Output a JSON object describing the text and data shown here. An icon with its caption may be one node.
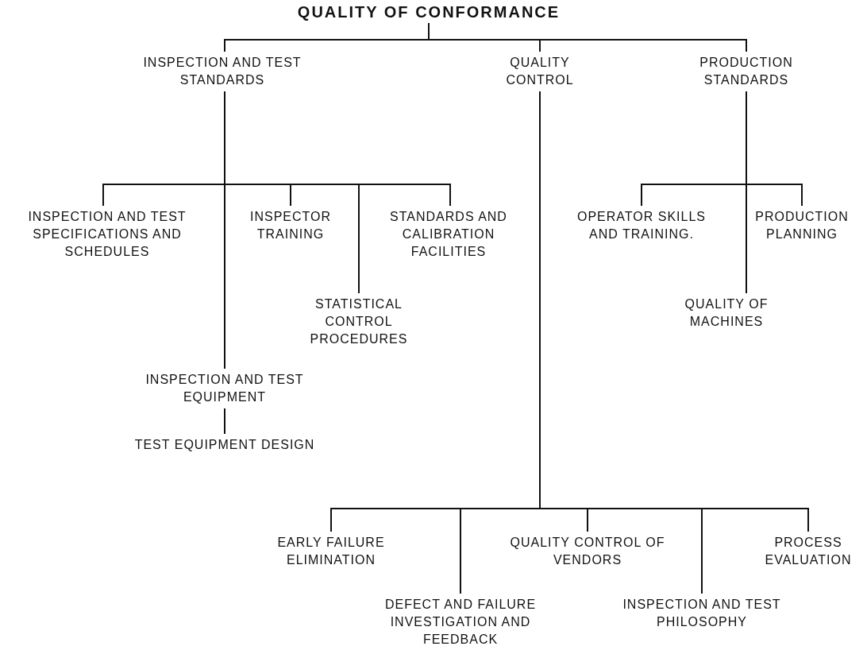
{
  "diagram": {
    "nodes": [
      {
        "text": [
          "QUALITY OF CONFORMANCE"
        ]
      },
      {
        "text": [
          "INSPECTION AND TEST STANDARDS"
        ]
      },
      {
        "text": [
          "QUALITY CONTROL"
        ]
      },
      {
        "text": [
          "PRODUCTION STANDARDS"
        ]
      },
      {
        "text": [
          "INSPECTION AND TEST SPECIFICATIONS AND SCHEDULES"
        ]
      },
      {
        "text": [
          "INSPECTOR TRAINING"
        ]
      },
      {
        "text": [
          "STANDARDS AND CALIBRATION FACILITIES"
        ]
      },
      {
        "text": [
          "STATISTICAL CONTROL PROCEDURES"
        ]
      },
      {
        "text": [
          "INSPECTION AND TEST EQUIPMENT"
        ]
      },
      {
        "text": [
          "TEST EQUIPMENT DESIGN"
        ]
      },
      {
        "text": [
          "OPERATOR SKILLS AND TRAINING."
        ]
      },
      {
        "text": [
          "PRODUCTION PLANNING"
        ]
      },
      {
        "text": [
          "QUALITY OF MACHINES"
        ]
      },
      {
        "text": [
          "EARLY FAILURE ELIMINATION"
        ]
      },
      {
        "text": [
          "DEFECT AND FAILURE INVESTIGATION AND FEEDBACK"
        ]
      },
      {
        "text": [
          "QUALITY CONTROL OF VENDORS"
        ]
      },
      {
        "text": [
          "INSPECTION AND TEST PHILOSOPHY"
        ]
      },
      {
        "text": [
          "PROCESS EVALUATION"
        ]
      }
    ],
    "edges": [
      {
        "from": 0,
        "to": 1,
        "arrow": "none"
      },
      {
        "from": 0,
        "to": 2,
        "arrow": "none"
      },
      {
        "from": 0,
        "to": 3,
        "arrow": "none"
      },
      {
        "from": 1,
        "to": 4,
        "arrow": "none"
      },
      {
        "from": 1,
        "to": 5,
        "arrow": "none"
      },
      {
        "from": 1,
        "to": 6,
        "arrow": "none"
      },
      {
        "from": 1,
        "to": 7,
        "arrow": "none"
      },
      {
        "from": 1,
        "to": 8,
        "arrow": "none"
      },
      {
        "from": 8,
        "to": 9,
        "arrow": "none"
      },
      {
        "from": 3,
        "to": 10,
        "arrow": "none"
      },
      {
        "from": 3,
        "to": 11,
        "arrow": "none"
      },
      {
        "from": 3,
        "to": 12,
        "arrow": "none"
      },
      {
        "from": 2,
        "to": 13,
        "arrow": "none"
      },
      {
        "from": 2,
        "to": 14,
        "arrow": "none"
      },
      {
        "from": 2,
        "to": 15,
        "arrow": "none"
      },
      {
        "from": 2,
        "to": 16,
        "arrow": "none"
      },
      {
        "from": 2,
        "to": 17,
        "arrow": "none"
      }
    ]
  }
}
